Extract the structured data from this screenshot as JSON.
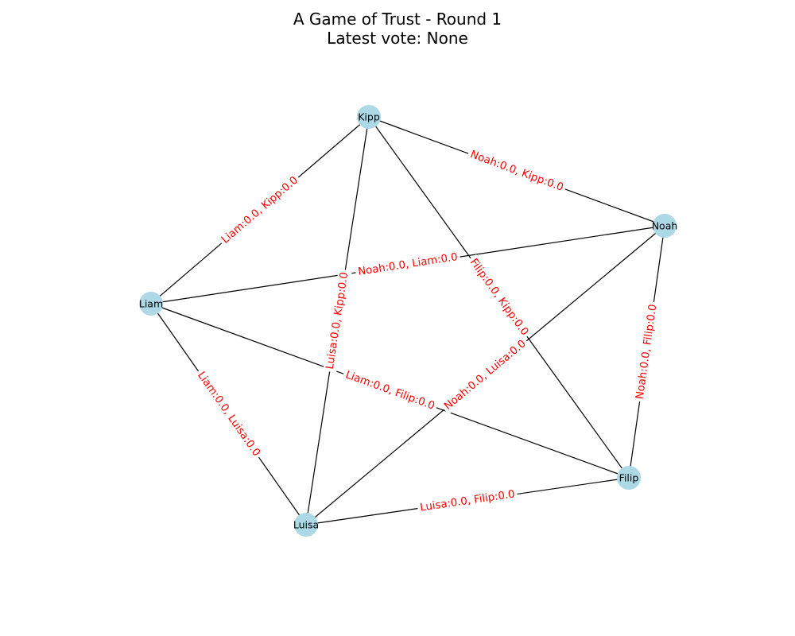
{
  "title": {
    "line1": "A Game of Trust - Round 1",
    "line2": "Latest vote: None"
  },
  "colors": {
    "node_fill": "#add8e6",
    "edge_stroke": "#000000",
    "edge_label_text": "#ff0000",
    "edge_label_bg": "#ffffff"
  },
  "nodes": [
    {
      "id": "Kipp",
      "label": "Kipp"
    },
    {
      "id": "Noah",
      "label": "Noah"
    },
    {
      "id": "Liam",
      "label": "Liam"
    },
    {
      "id": "Filip",
      "label": "Filip"
    },
    {
      "id": "Luisa",
      "label": "Luisa"
    }
  ],
  "edges": [
    {
      "source": "Kipp",
      "target": "Liam",
      "label": "Liam:0.0, Kipp:0.0"
    },
    {
      "source": "Kipp",
      "target": "Noah",
      "label": "Noah:0.0, Kipp:0.0"
    },
    {
      "source": "Kipp",
      "target": "Luisa",
      "label": "Luisa:0.0, Kipp:0.0"
    },
    {
      "source": "Kipp",
      "target": "Filip",
      "label": "Filip:0.0, Kipp:0.0"
    },
    {
      "source": "Noah",
      "target": "Liam",
      "label": "Noah:0.0, Liam:0.0"
    },
    {
      "source": "Noah",
      "target": "Filip",
      "label": "Noah:0.0, Filip:0.0"
    },
    {
      "source": "Noah",
      "target": "Luisa",
      "label": "Noah:0.0, Luisa:0.0"
    },
    {
      "source": "Liam",
      "target": "Luisa",
      "label": "Liam:0.0, Luisa:0.0"
    },
    {
      "source": "Liam",
      "target": "Filip",
      "label": "Liam:0.0, Filip:0.0"
    },
    {
      "source": "Luisa",
      "target": "Filip",
      "label": "Luisa:0.0, Filip:0.0"
    }
  ]
}
